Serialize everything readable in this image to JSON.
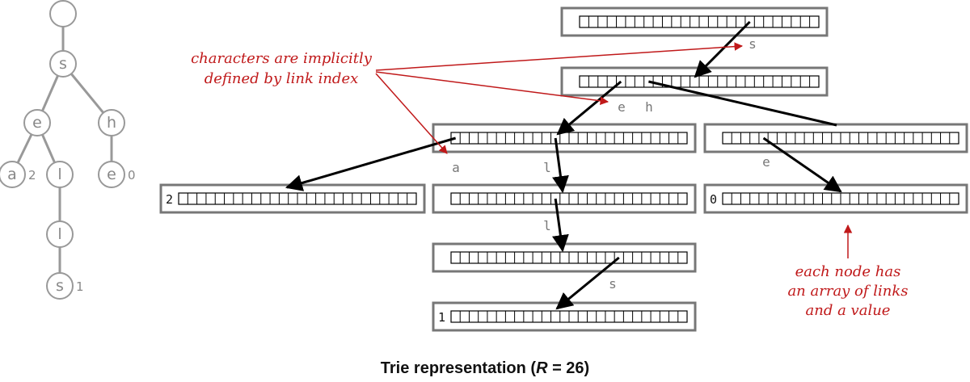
{
  "tree": {
    "nodes": [
      {
        "id": "root",
        "label": "",
        "value": ""
      },
      {
        "id": "s",
        "label": "s",
        "value": ""
      },
      {
        "id": "e",
        "label": "e",
        "value": ""
      },
      {
        "id": "h",
        "label": "h",
        "value": ""
      },
      {
        "id": "a",
        "label": "a",
        "value": "2"
      },
      {
        "id": "l1",
        "label": "l",
        "value": ""
      },
      {
        "id": "e2",
        "label": "e",
        "value": "0"
      },
      {
        "id": "l2",
        "label": "l",
        "value": ""
      },
      {
        "id": "s2",
        "label": "s",
        "value": "1"
      }
    ],
    "edges": [
      [
        "root",
        "s"
      ],
      [
        "s",
        "e"
      ],
      [
        "s",
        "h"
      ],
      [
        "e",
        "a"
      ],
      [
        "e",
        "l1"
      ],
      [
        "h",
        "e2"
      ],
      [
        "l1",
        "l2"
      ],
      [
        "l2",
        "s2"
      ]
    ]
  },
  "trie": {
    "slots_per_node": 26,
    "nodes": [
      {
        "id": "n-root",
        "value": ""
      },
      {
        "id": "n-s",
        "value": ""
      },
      {
        "id": "n-se",
        "value": ""
      },
      {
        "id": "n-sh",
        "value": ""
      },
      {
        "id": "n-sea",
        "value": "2"
      },
      {
        "id": "n-sel",
        "value": ""
      },
      {
        "id": "n-she",
        "value": "0"
      },
      {
        "id": "n-sell",
        "value": ""
      },
      {
        "id": "n-sells",
        "value": "1"
      }
    ],
    "link_labels": [
      {
        "id": "lbl-s",
        "text": "s"
      },
      {
        "id": "lbl-e",
        "text": "e"
      },
      {
        "id": "lbl-h",
        "text": "h"
      },
      {
        "id": "lbl-a",
        "text": "a"
      },
      {
        "id": "lbl-l1",
        "text": "l"
      },
      {
        "id": "lbl-e2",
        "text": "e"
      },
      {
        "id": "lbl-l2",
        "text": "l"
      },
      {
        "id": "lbl-s2",
        "text": "s"
      }
    ]
  },
  "annotations": {
    "chars_line1": "characters are implicitly",
    "chars_line2": "defined by link index",
    "node_line1": "each node has",
    "node_line2": "an array of links",
    "node_line3": "and a value"
  },
  "caption": {
    "prefix": "Trie representation (",
    "var": "R",
    "suffix": " = 26)"
  },
  "colors": {
    "gray": "#888888",
    "box_border": "#777777",
    "link": "#000000",
    "annotation": "#c0191a"
  }
}
